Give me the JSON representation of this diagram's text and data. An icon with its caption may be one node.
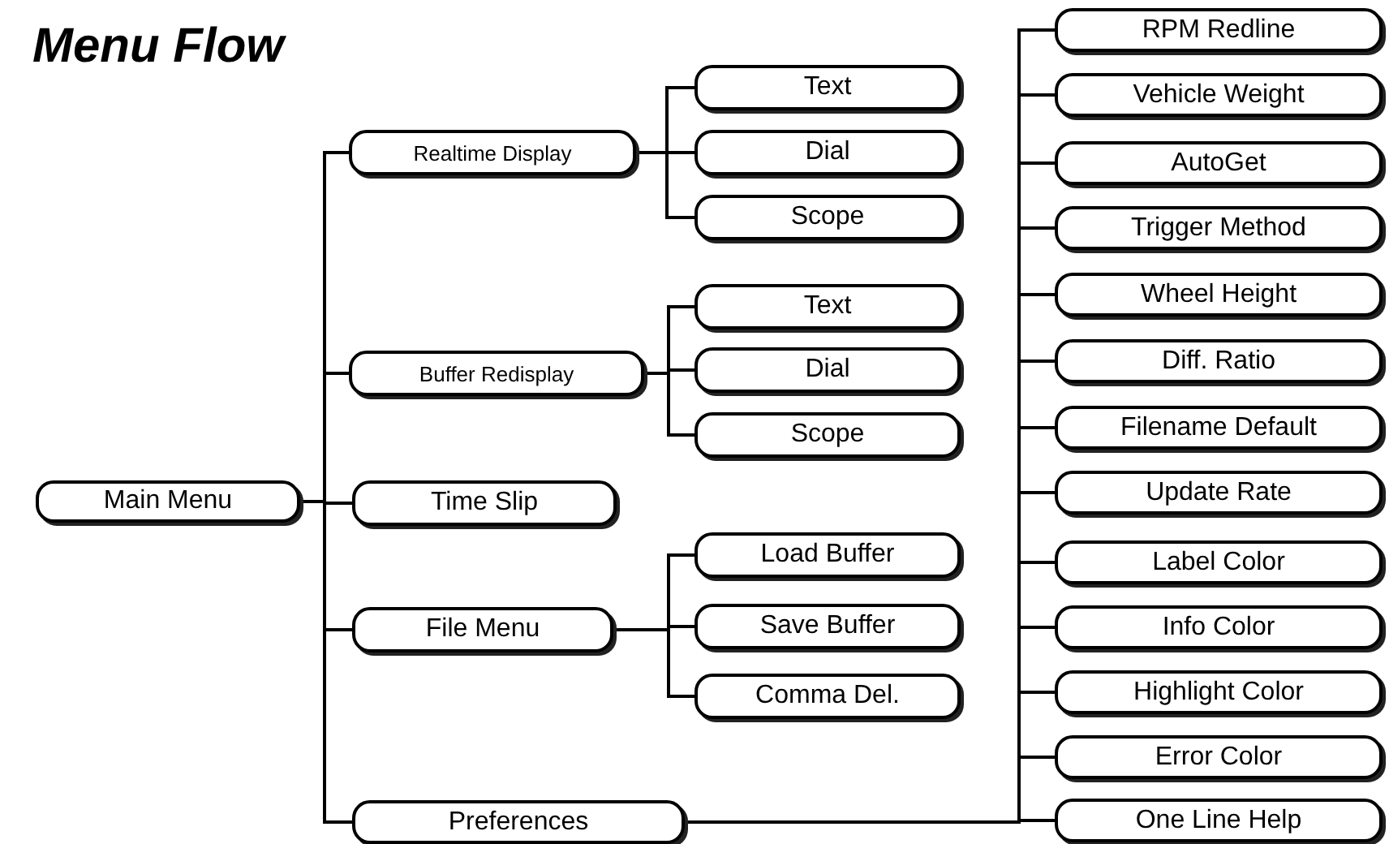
{
  "diagram": {
    "title": "Menu Flow",
    "nodes": [
      {
        "text": [
          "Main Menu"
        ]
      },
      {
        "text": [
          "Realtime Display"
        ]
      },
      {
        "text": [
          "Text"
        ]
      },
      {
        "text": [
          "Dial"
        ]
      },
      {
        "text": [
          "Scope"
        ]
      },
      {
        "text": [
          "Buffer Redisplay"
        ]
      },
      {
        "text": [
          "Text"
        ]
      },
      {
        "text": [
          "Dial"
        ]
      },
      {
        "text": [
          "Scope"
        ]
      },
      {
        "text": [
          "Time Slip"
        ]
      },
      {
        "text": [
          "File Menu"
        ]
      },
      {
        "text": [
          "Load Buffer"
        ]
      },
      {
        "text": [
          "Save Buffer"
        ]
      },
      {
        "text": [
          "Comma Del."
        ]
      },
      {
        "text": [
          "Preferences"
        ]
      },
      {
        "text": [
          "RPM Redline"
        ]
      },
      {
        "text": [
          "Vehicle Weight"
        ]
      },
      {
        "text": [
          "AutoGet"
        ]
      },
      {
        "text": [
          "Trigger Method"
        ]
      },
      {
        "text": [
          "Wheel Height"
        ]
      },
      {
        "text": [
          "Diff. Ratio"
        ]
      },
      {
        "text": [
          "Filename Default"
        ]
      },
      {
        "text": [
          "Update Rate"
        ]
      },
      {
        "text": [
          "Label Color"
        ]
      },
      {
        "text": [
          "Info Color"
        ]
      },
      {
        "text": [
          "Highlight Color"
        ]
      },
      {
        "text": [
          "Error Color"
        ]
      },
      {
        "text": [
          "One Line Help"
        ]
      }
    ],
    "edges": [
      {
        "from": 0,
        "to": 1,
        "arrow": "none"
      },
      {
        "from": 0,
        "to": 5,
        "arrow": "none"
      },
      {
        "from": 0,
        "to": 9,
        "arrow": "none"
      },
      {
        "from": 0,
        "to": 10,
        "arrow": "none"
      },
      {
        "from": 0,
        "to": 14,
        "arrow": "none"
      },
      {
        "from": 1,
        "to": 2,
        "arrow": "none"
      },
      {
        "from": 1,
        "to": 3,
        "arrow": "none"
      },
      {
        "from": 1,
        "to": 4,
        "arrow": "none"
      },
      {
        "from": 5,
        "to": 6,
        "arrow": "none"
      },
      {
        "from": 5,
        "to": 7,
        "arrow": "none"
      },
      {
        "from": 5,
        "to": 8,
        "arrow": "none"
      },
      {
        "from": 10,
        "to": 11,
        "arrow": "none"
      },
      {
        "from": 10,
        "to": 12,
        "arrow": "none"
      },
      {
        "from": 10,
        "to": 13,
        "arrow": "none"
      },
      {
        "from": 14,
        "to": 15,
        "arrow": "none"
      },
      {
        "from": 14,
        "to": 16,
        "arrow": "none"
      },
      {
        "from": 14,
        "to": 17,
        "arrow": "none"
      },
      {
        "from": 14,
        "to": 18,
        "arrow": "none"
      },
      {
        "from": 14,
        "to": 19,
        "arrow": "none"
      },
      {
        "from": 14,
        "to": 20,
        "arrow": "none"
      },
      {
        "from": 14,
        "to": 21,
        "arrow": "none"
      },
      {
        "from": 14,
        "to": 22,
        "arrow": "none"
      },
      {
        "from": 14,
        "to": 23,
        "arrow": "none"
      },
      {
        "from": 14,
        "to": 24,
        "arrow": "none"
      },
      {
        "from": 14,
        "to": 25,
        "arrow": "none"
      },
      {
        "from": 14,
        "to": 26,
        "arrow": "none"
      },
      {
        "from": 14,
        "to": 27,
        "arrow": "none"
      }
    ]
  }
}
